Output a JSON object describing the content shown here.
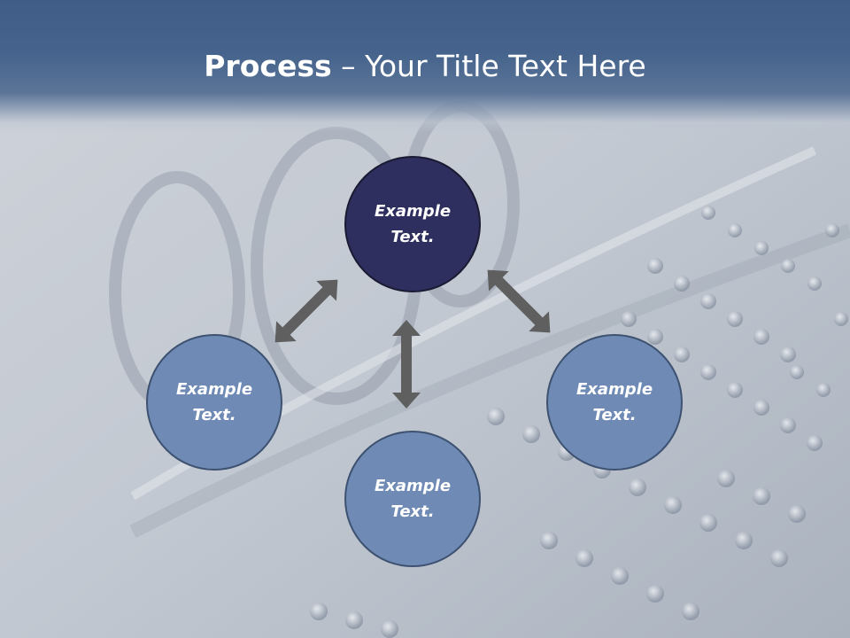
{
  "title": {
    "bold": "Process",
    "rest": " – Your Title Text Here"
  },
  "nodes": {
    "top": "Example Text.",
    "left": "Example Text.",
    "right": "Example Text.",
    "bottom": "Example Text."
  },
  "colors": {
    "title_band": "#45638c",
    "node_dark": "#2f2f5f",
    "node_light": "#6f8bb5",
    "arrow": "#5f5f5f"
  }
}
